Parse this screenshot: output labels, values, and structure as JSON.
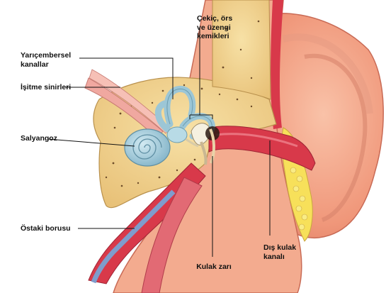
{
  "labels": {
    "semicircular_canals": "Yarıçembersel\nkanallar",
    "auditory_nerves": "İşitme sinirleri",
    "cochlea": "Salyangoz",
    "eustachian_tube": "Östaki borusu",
    "ossicles": "Çekiç, örs\nve üzengi\nkemikleri",
    "eardrum": "Kulak zarı",
    "ear_canal": "Dış kulak\nkanalı"
  },
  "colors": {
    "bone": "#f2d48e",
    "skin": "#f4a58a",
    "canal_red": "#d8394a",
    "cochlea_blue": "#9cc6d6",
    "nerve_pink": "#f0a8a0",
    "tube_blue": "#7f9ccc",
    "fat_yellow": "#f7e05a"
  }
}
